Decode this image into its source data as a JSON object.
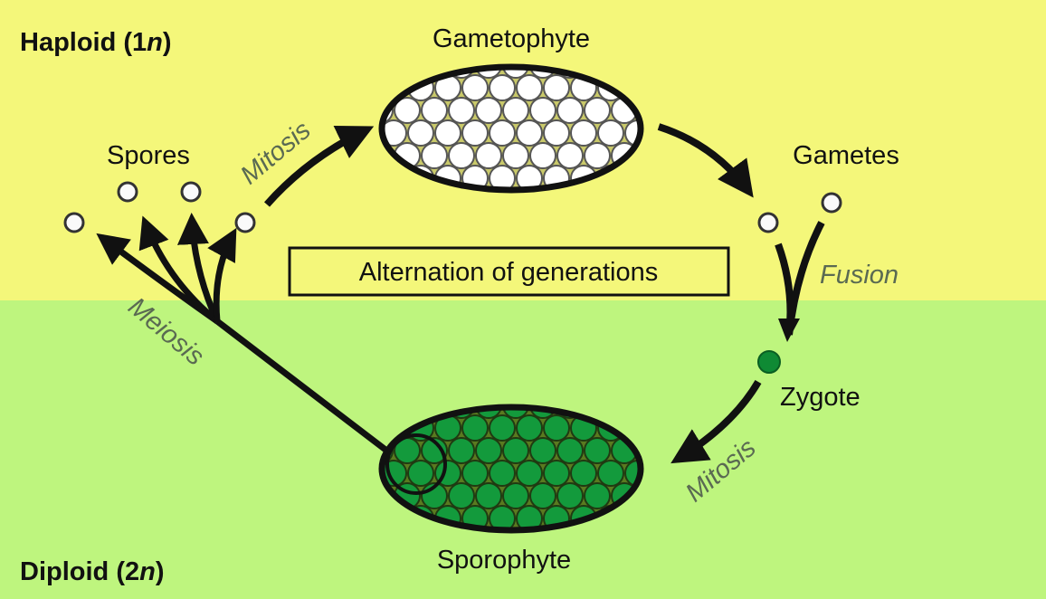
{
  "title": "Alternation of generations",
  "regions": {
    "haploid": {
      "label": "Haploid (1",
      "italic": "n",
      "close": ")",
      "color": "#f4f77a"
    },
    "diploid": {
      "label": "Diploid (2",
      "italic": "n",
      "close": ")",
      "color": "#bef57e"
    }
  },
  "stages": {
    "gametophyte": {
      "label": "Gametophyte",
      "cell_fill": "#ffffff"
    },
    "gametes": {
      "label": "Gametes"
    },
    "zygote": {
      "label": "Zygote",
      "fill": "#0f8a34"
    },
    "sporophyte": {
      "label": "Sporophyte",
      "cell_fill": "#139a3c"
    },
    "spores": {
      "label": "Spores"
    }
  },
  "processes": {
    "mitosis_top": "Mitosis",
    "fusion": "Fusion",
    "mitosis_bottom": "Mitosis",
    "meiosis": "Meiosis"
  },
  "colors": {
    "arrow": "#111111",
    "process_text": "#5a6a52"
  }
}
